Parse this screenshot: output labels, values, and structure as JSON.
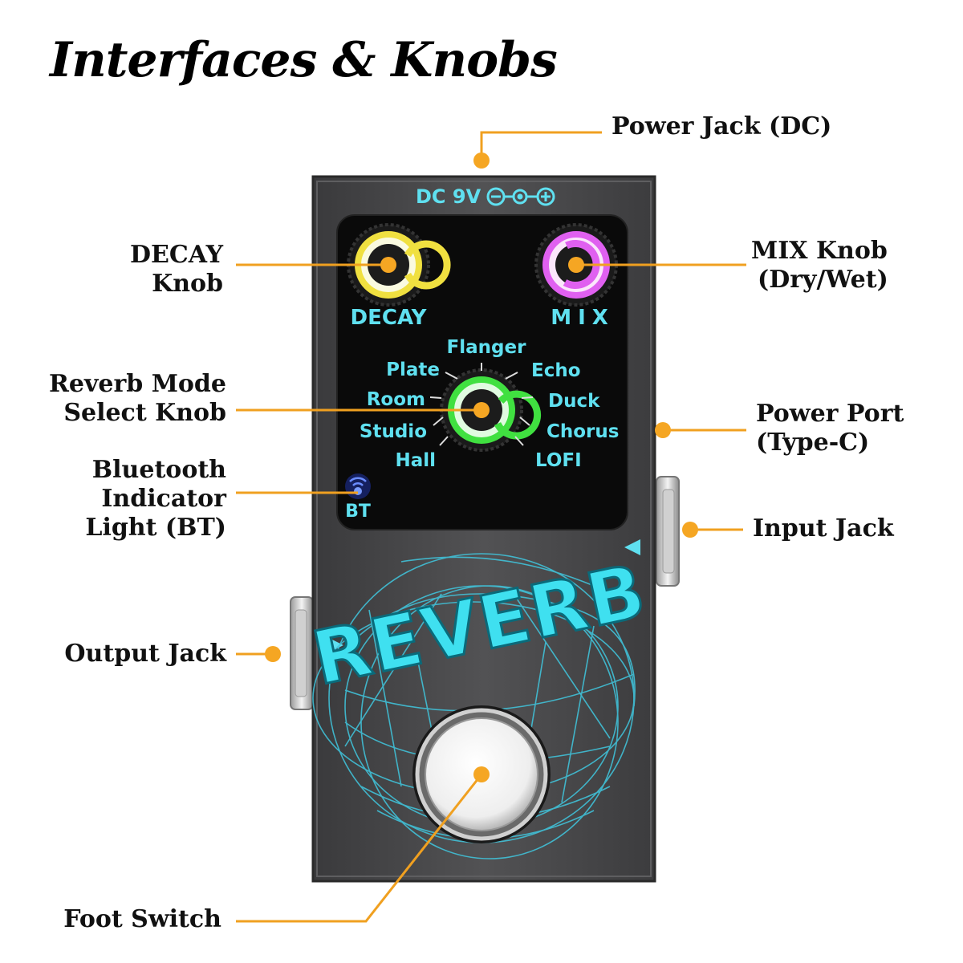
{
  "title": "Interfaces & Knobs",
  "callouts": {
    "power_jack": {
      "line1": "Power Jack (DC)"
    },
    "decay": {
      "line1": "DECAY",
      "line2": "Knob"
    },
    "mix": {
      "line1": "MIX Knob",
      "line2": "(Dry/Wet)"
    },
    "mode": {
      "line1": "Reverb Mode",
      "line2": "Select Knob"
    },
    "power_port": {
      "line1": "Power Port",
      "line2": "(Type-C)"
    },
    "bt": {
      "line1": "Bluetooth",
      "line2": "Indicator",
      "line3": "Light (BT)"
    },
    "input": {
      "line1": "Input Jack"
    },
    "output": {
      "line1": "Output Jack"
    },
    "foot": {
      "line1": "Foot Switch"
    }
  },
  "pedal": {
    "dc_label": "DC 9V",
    "decay_label": "DECAY",
    "mix_label": "MIX",
    "modes_left": [
      "Plate",
      "Room",
      "Studio",
      "Hall"
    ],
    "modes_top": "Flanger",
    "modes_right": [
      "Echo",
      "Duck",
      "Chorus",
      "LOFI"
    ],
    "bt_label": "BT",
    "brand_text": "REVERB"
  },
  "colors": {
    "callout_line": "#f0a020",
    "decay_ring": "#f0e040",
    "mix_ring": "#e060f0",
    "mode_ring": "#40e040",
    "accent_cyan": "#5fe0f0",
    "pedal_body": "#4a4a4c"
  },
  "icons": [
    "power-polarity-icon",
    "bluetooth-signal-icon",
    "triangle-marker-icon"
  ]
}
